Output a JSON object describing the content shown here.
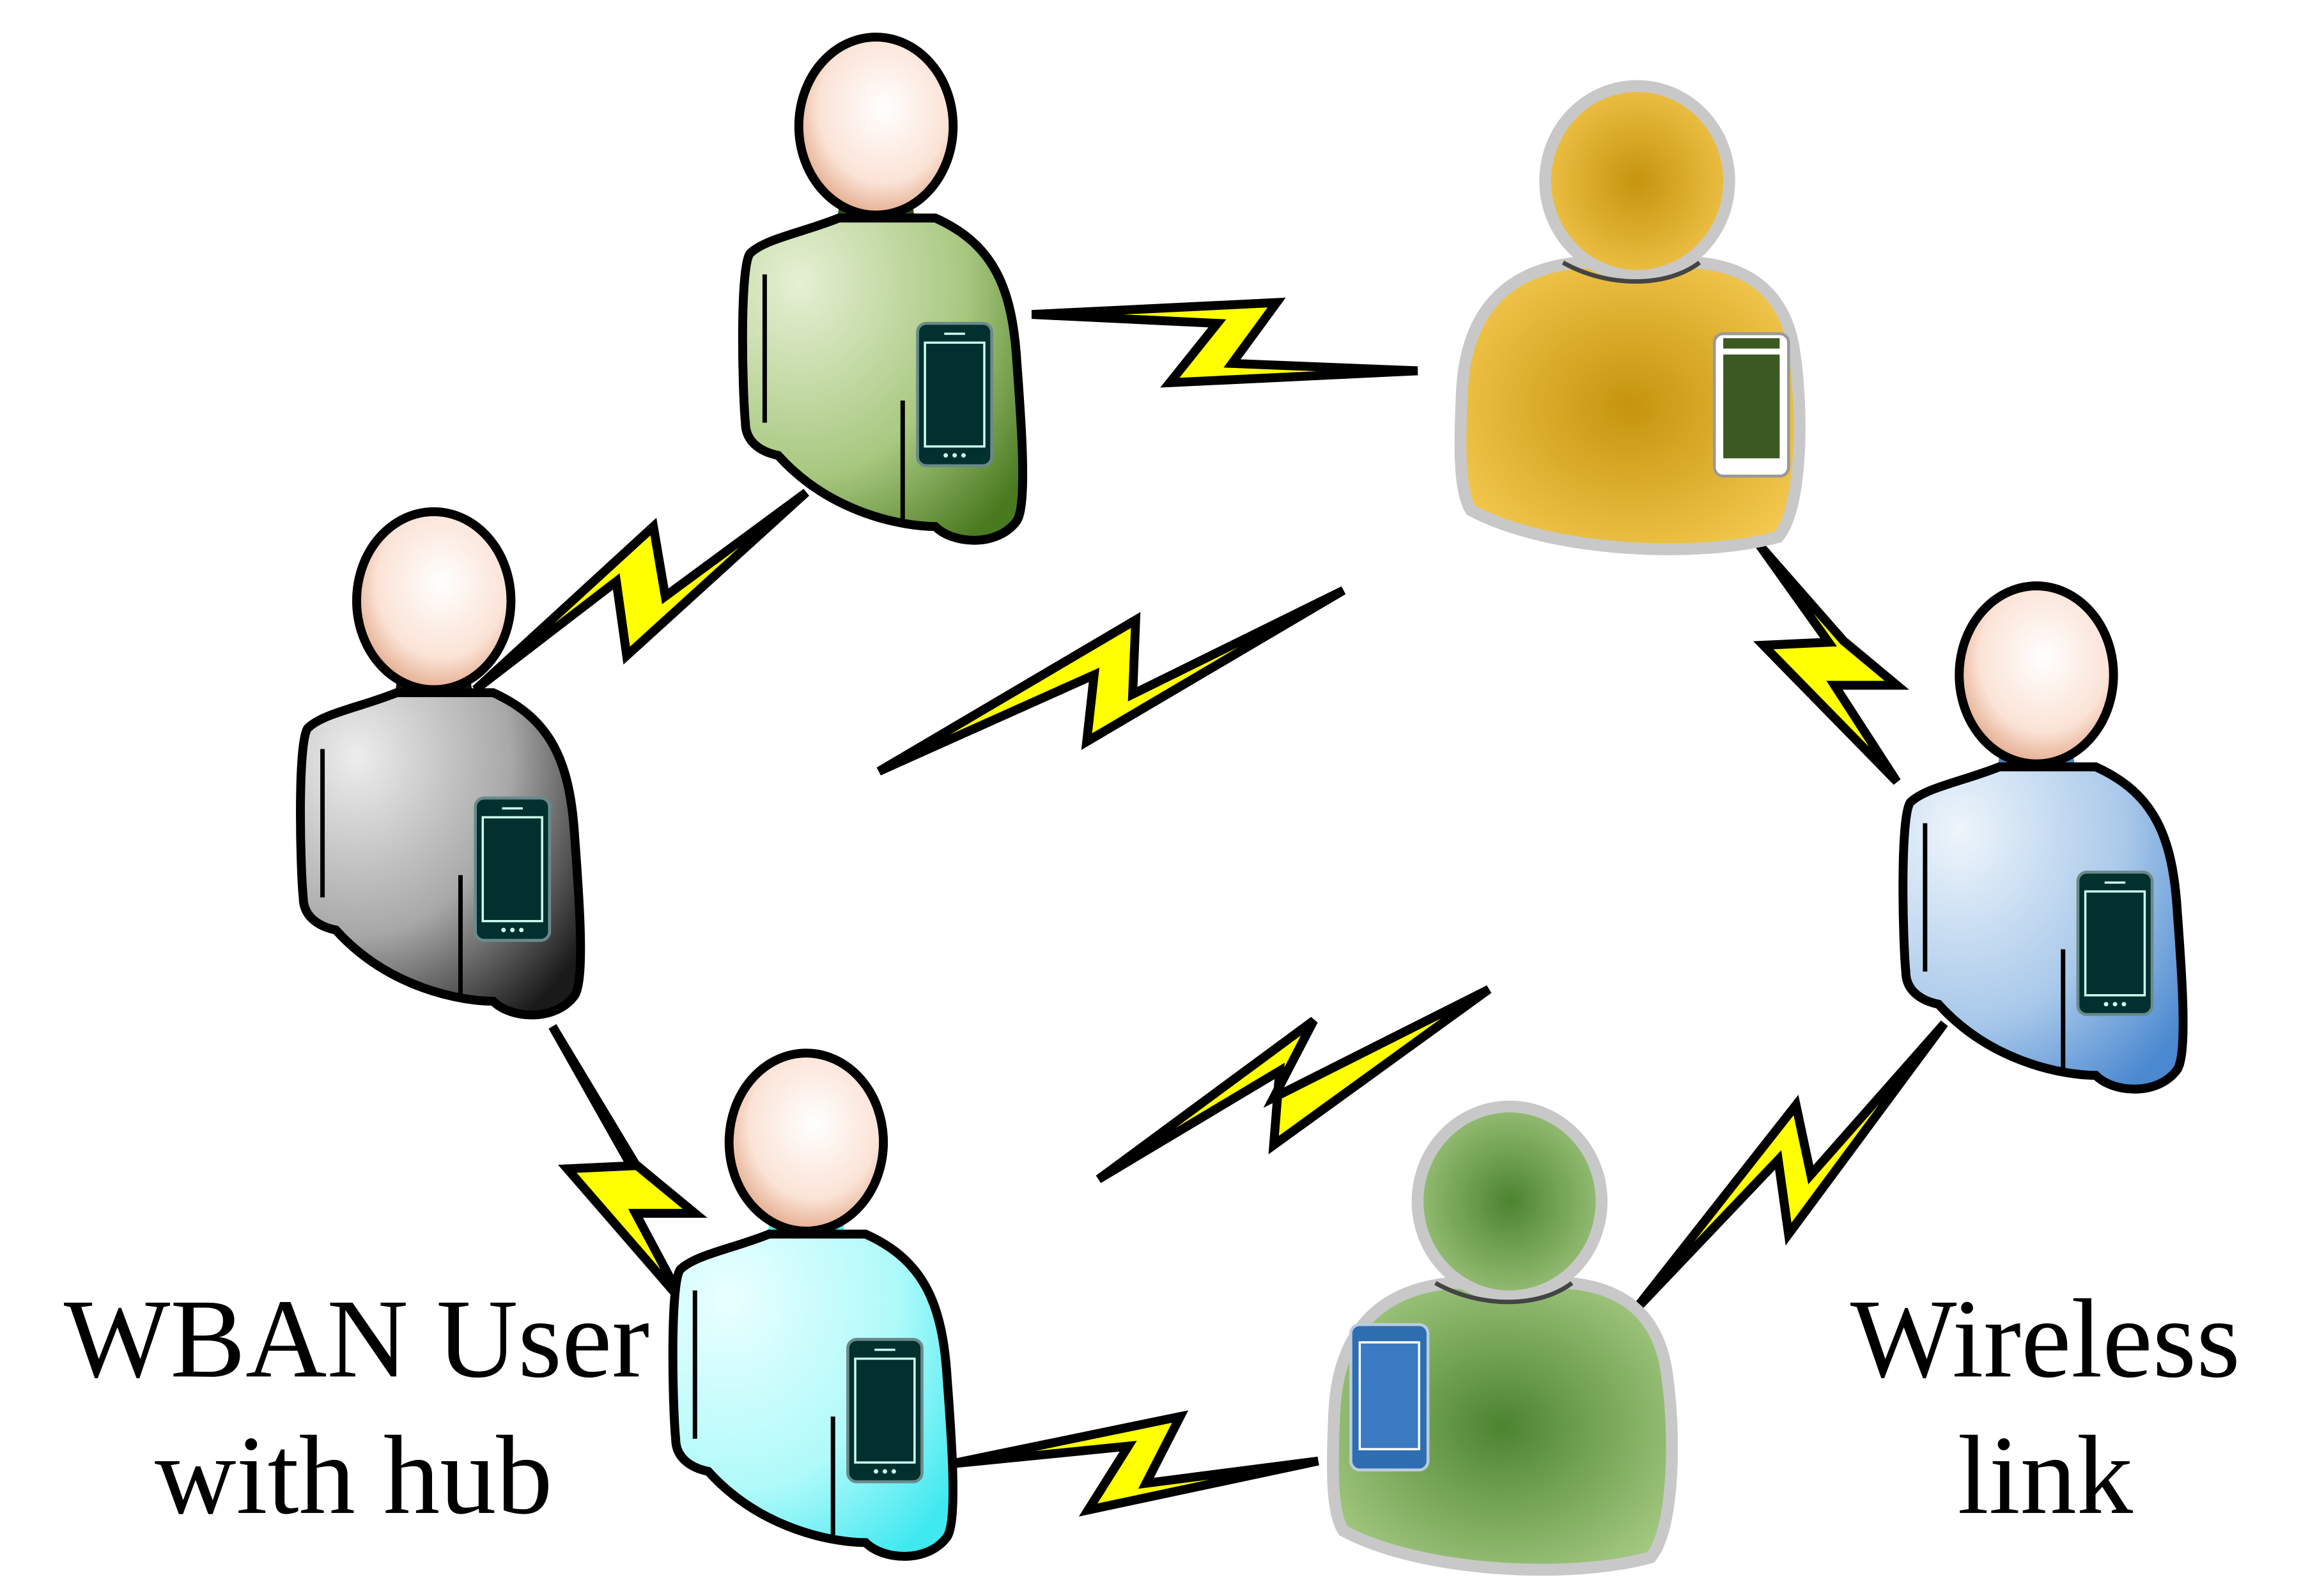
{
  "diagram": {
    "title_labels": {
      "wban_user_line1": "WBAN User",
      "wban_user_line2": "with hub",
      "wireless_line1": "Wireless",
      "wireless_line2": "link"
    },
    "nodes": [
      {
        "id": "user-green",
        "kind": "wban-user"
      },
      {
        "id": "user-gray",
        "kind": "wban-user"
      },
      {
        "id": "user-cyan",
        "kind": "wban-user"
      },
      {
        "id": "user-blue",
        "kind": "wban-user"
      },
      {
        "id": "silhouette-yellow",
        "kind": "user-silhouette"
      },
      {
        "id": "silhouette-green",
        "kind": "user-silhouette"
      }
    ],
    "colors": {
      "bolt": "#ffff00",
      "outline": "#000000",
      "green_shirt": "#8db85a",
      "gray_shirt": "#9a9a9a",
      "cyan_shirt": "#8ff5f8",
      "blue_shirt": "#7fb0e0",
      "yellow_silhouette": "#eec04a",
      "green_silhouette": "#7aa85a",
      "phone": "#02302f"
    }
  }
}
